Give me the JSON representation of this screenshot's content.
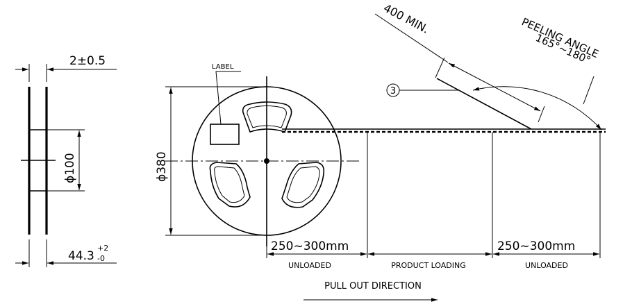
{
  "side_view": {
    "flange_gap": "2±0.5",
    "hub_diameter": "ϕ100",
    "width_main": "44.3",
    "width_tol_upper": "+2",
    "width_tol_lower": "-0"
  },
  "reel": {
    "label_tag": "LABEL",
    "diameter": "ϕ380",
    "callout_number": "3"
  },
  "tape": {
    "leader_length": "400 MIN.",
    "peeling_angle_title": "PEELING ANGLE",
    "peeling_angle_range": "165°~180°",
    "segment_left_length": "250~300mm",
    "segment_right_length": "250~300mm",
    "segment_left_caption": "UNLOADED",
    "segment_middle_caption": "PRODUCT LOADING",
    "segment_right_caption": "UNLOADED",
    "direction_caption": "PULL OUT DIRECTION"
  }
}
